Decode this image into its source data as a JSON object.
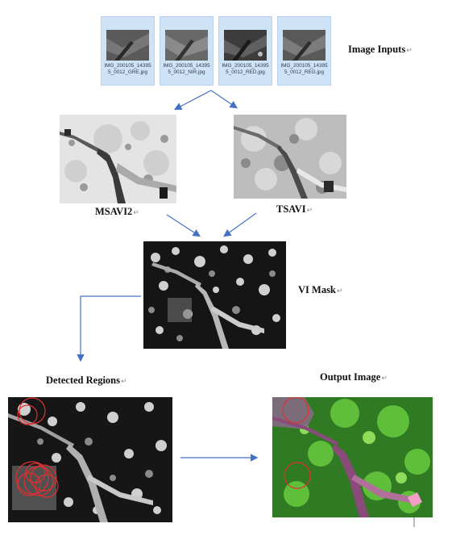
{
  "inputs": {
    "title": "Image Inputs",
    "files": [
      {
        "name": "IMG_200105_143955_0012_GRE.jpg"
      },
      {
        "name": "IMG_200105_143955_0012_NIR.jpg"
      },
      {
        "name": "IMG_200105_143955_0012_RED.jpg"
      },
      {
        "name": "IMG_200105_143955_0012_REG.jpg"
      }
    ]
  },
  "indices": {
    "left_label": "MSAVI2",
    "right_label": "TSAVI"
  },
  "mask": {
    "label": "VI Mask"
  },
  "detected": {
    "label": "Detected Regions"
  },
  "output": {
    "label": "Output Image"
  },
  "paragraph_mark": "↵",
  "colors": {
    "file_tile": "#cfe3f7",
    "arrow": "#4472c4",
    "circle": "#e03030",
    "vegetation": "#3a9a2a",
    "road": "#8a4a7a"
  }
}
